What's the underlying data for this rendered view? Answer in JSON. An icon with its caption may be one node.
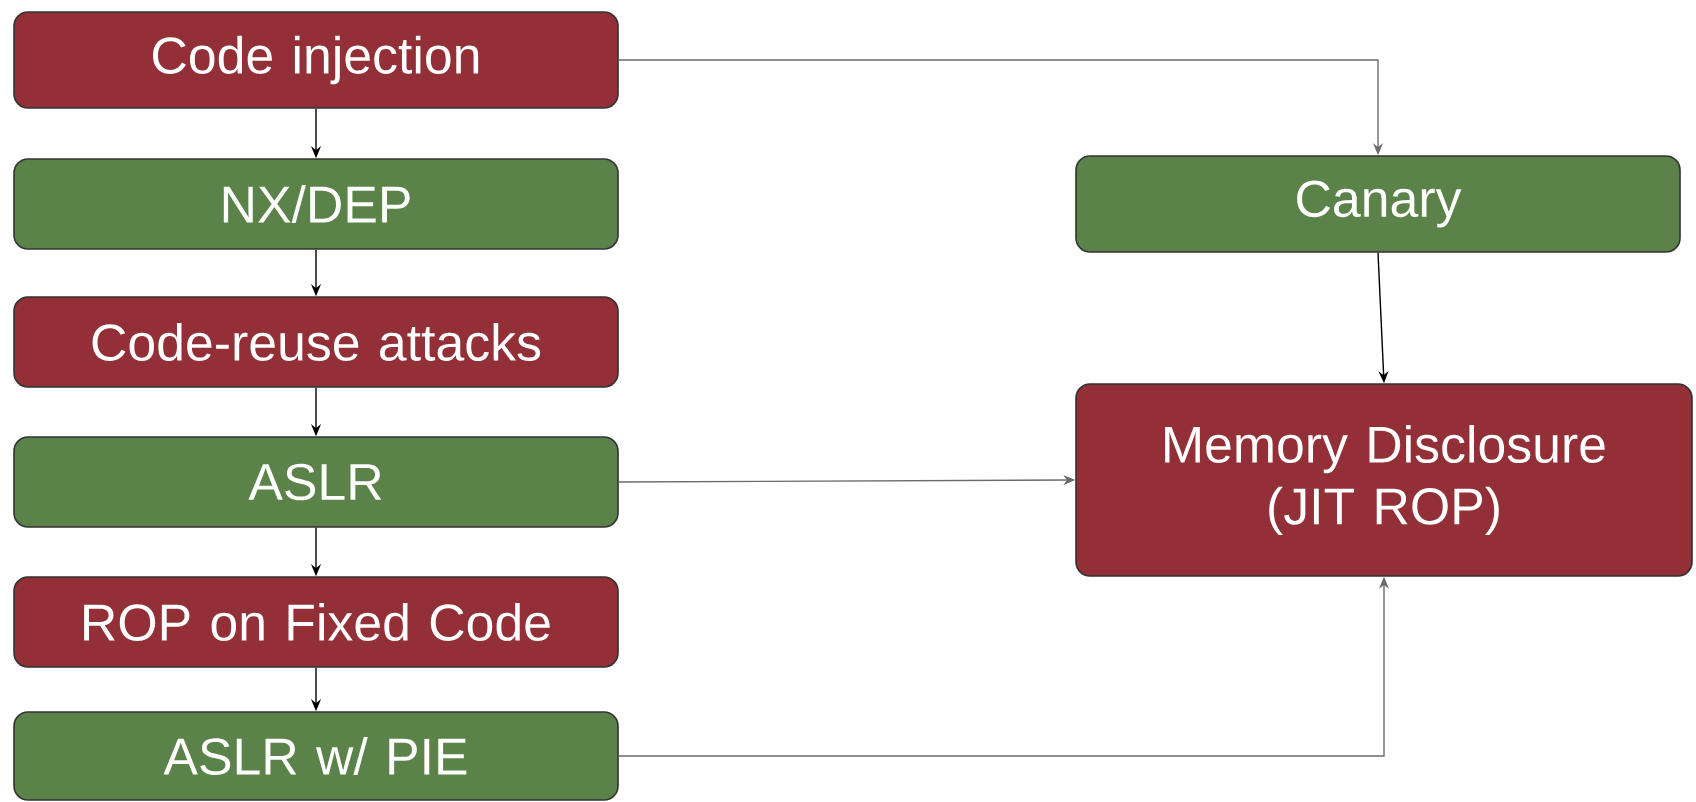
{
  "diagram": {
    "nodes": [
      {
        "text": [
          "Code injection"
        ]
      },
      {
        "text": [
          "NX/DEP"
        ]
      },
      {
        "text": [
          "Code-reuse attacks"
        ]
      },
      {
        "text": [
          "ASLR"
        ]
      },
      {
        "text": [
          "ROP on Fixed Code"
        ]
      },
      {
        "text": [
          "ASLR w/ PIE"
        ]
      },
      {
        "text": [
          "Canary"
        ]
      },
      {
        "text": [
          "Memory Disclosure (JIT ROP)"
        ]
      }
    ],
    "edges": [
      {
        "from": 0,
        "to": 1,
        "arrow": "to"
      },
      {
        "from": 1,
        "to": 2,
        "arrow": "to"
      },
      {
        "from": 2,
        "to": 3,
        "arrow": "to"
      },
      {
        "from": 3,
        "to": 4,
        "arrow": "to"
      },
      {
        "from": 4,
        "to": 5,
        "arrow": "to"
      },
      {
        "from": 0,
        "to": 6,
        "arrow": "to",
        "color": "#6b6b6b"
      },
      {
        "from": 6,
        "to": 7,
        "arrow": "to"
      },
      {
        "from": 3,
        "to": 7,
        "arrow": "to",
        "color": "#6b6b6b"
      },
      {
        "from": 5,
        "to": 7,
        "arrow": "to",
        "color": "#6b6b6b"
      }
    ]
  }
}
